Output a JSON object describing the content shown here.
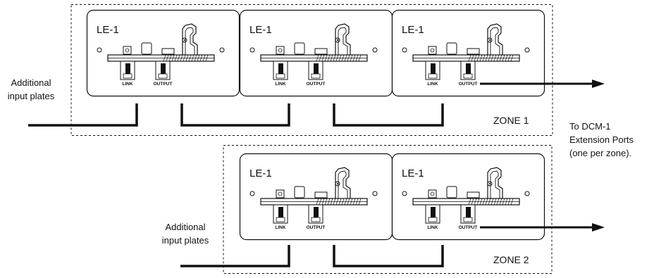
{
  "colors": {
    "line": "#111111",
    "plate_fill": "#ffffff",
    "background": "#ffffff"
  },
  "plate": {
    "title": "LE-1",
    "link_label": "LINK",
    "output_label": "OUTPUT"
  },
  "zones": [
    {
      "label": "ZONE 1",
      "plate_count": 3
    },
    {
      "label": "ZONE 2",
      "plate_count": 2
    }
  ],
  "notes": {
    "additional_inputs_1": [
      "Additional",
      "input plates"
    ],
    "additional_inputs_2": [
      "Additional",
      "input plates"
    ],
    "dcm_destination": [
      "To DCM-1",
      "Extension Ports",
      "(one per zone)."
    ]
  },
  "icons": {
    "zone_outline": "dashed-rectangle",
    "cable_end": "arrow-head"
  }
}
